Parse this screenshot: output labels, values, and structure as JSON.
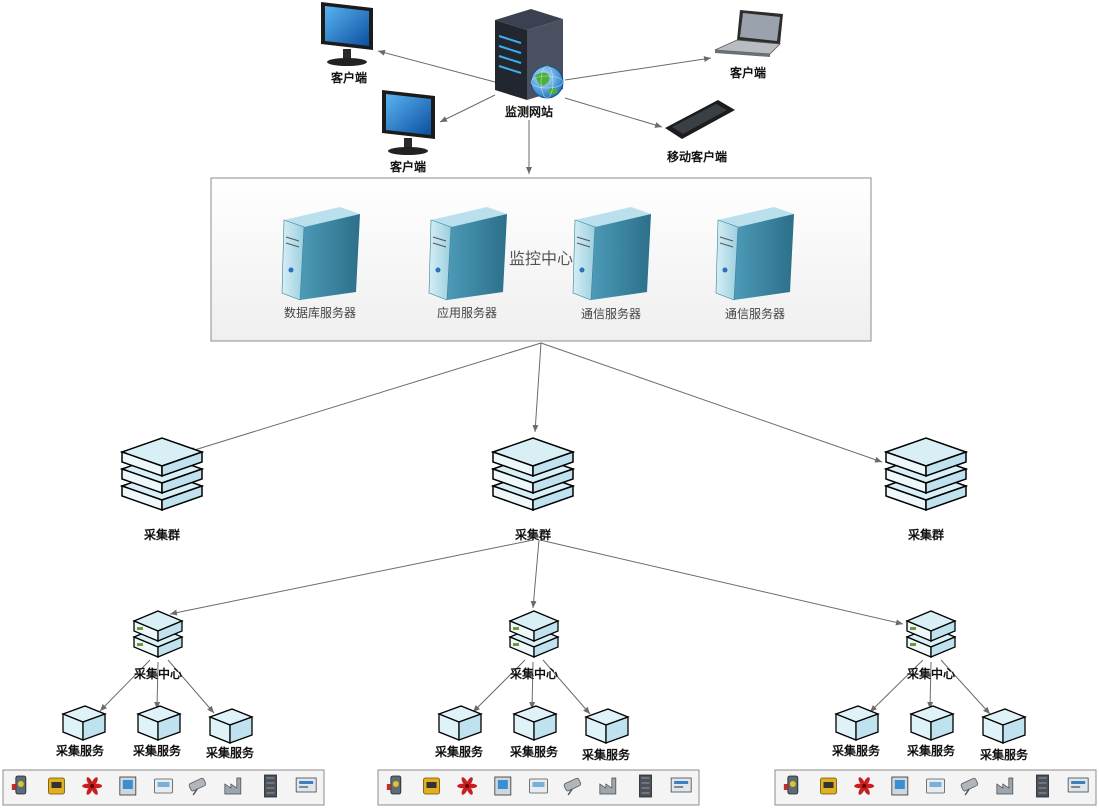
{
  "top": {
    "website_label": "监测网站",
    "client_labels": [
      "客户端",
      "客户端",
      "客户端"
    ],
    "mobile_label": "移动客户端"
  },
  "monitor_center": {
    "title": "监控中心",
    "servers": [
      "数据库服务器",
      "应用服务器",
      "通信服务器",
      "通信服务器"
    ]
  },
  "clusters": [
    "采集群",
    "采集群",
    "采集群"
  ],
  "collect_centers": [
    "采集中心",
    "采集中心",
    "采集中心"
  ],
  "collect_services": [
    [
      "采集服务",
      "采集服务",
      "采集服务"
    ],
    [
      "采集服务",
      "采集服务",
      "采集服务"
    ],
    [
      "采集服务",
      "采集服务",
      "采集服务"
    ]
  ],
  "device_icons": [
    "gas-detector-icon",
    "alarm-box-icon",
    "fan-icon",
    "panel-meter-icon",
    "thermostat-icon",
    "camera-icon",
    "factory-icon",
    "cabinet-icon",
    "monitor-screen-icon"
  ],
  "colors": {
    "server_blue": "#4a8fb0",
    "rack_dark": "#2e3440",
    "stack_blue": "#cde9f3",
    "line": "#6b6b6b"
  }
}
